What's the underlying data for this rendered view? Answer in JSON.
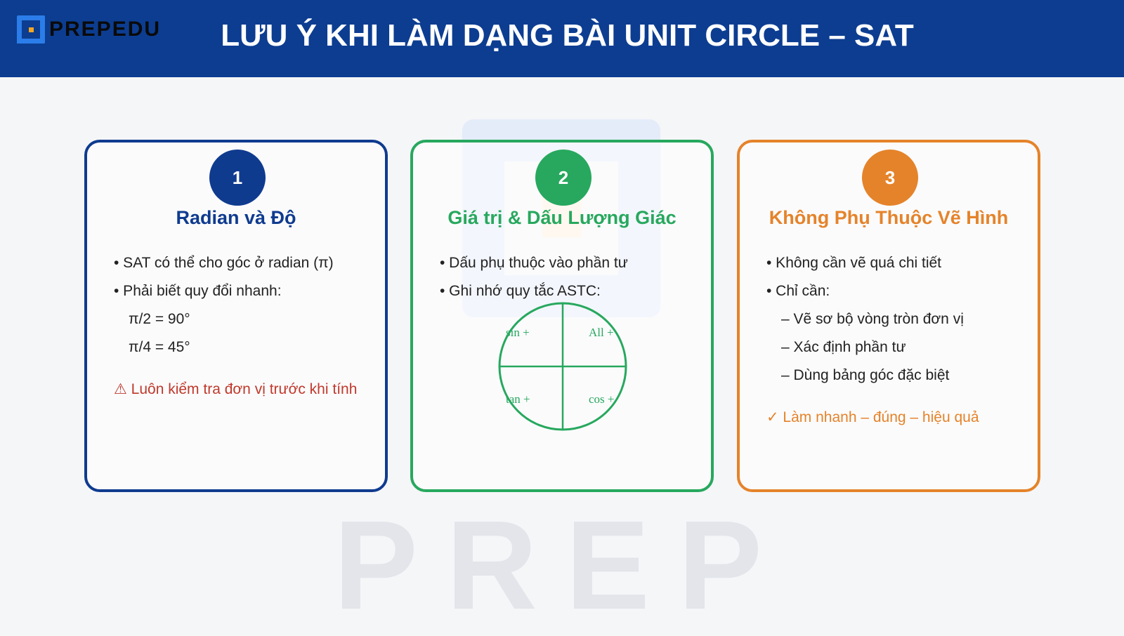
{
  "header": {
    "logo_text": "PREPEDU",
    "title": "LƯU Ý KHI LÀM DẠNG BÀI UNIT CIRCLE – SAT"
  },
  "watermark": "PREP",
  "colors": {
    "header": "#0c3d91",
    "blue": "#0f3b8f",
    "green": "#27a85e",
    "orange": "#e5832a",
    "warning": "#c0392b"
  },
  "cards": [
    {
      "number": "1",
      "title": "Radian và Độ",
      "items": [
        "• SAT có thể cho góc ở radian (π)",
        "• Phải biết quy đổi nhanh:",
        "π/2 = 90°",
        "π/4 = 45°"
      ],
      "note": "⚠ Luôn kiểm tra đơn vị trước khi tính"
    },
    {
      "number": "2",
      "title": "Giá trị & Dấu Lượng Giác",
      "items": [
        "• Dấu phụ thuộc vào phần tư",
        "• Ghi nhớ quy tắc ASTC:"
      ],
      "diagram": {
        "q2": "sin +",
        "q1": "All +",
        "q3": "tan +",
        "q4": "cos +"
      }
    },
    {
      "number": "3",
      "title": "Không Phụ Thuộc Vẽ Hình",
      "items": [
        "• Không cần vẽ quá chi tiết",
        "• Chỉ cần:",
        "– Vẽ sơ bộ vòng tròn đơn vị",
        "– Xác định phần tư",
        "– Dùng bảng góc đặc biệt"
      ],
      "note": "✓ Làm nhanh – đúng – hiệu quả"
    }
  ]
}
